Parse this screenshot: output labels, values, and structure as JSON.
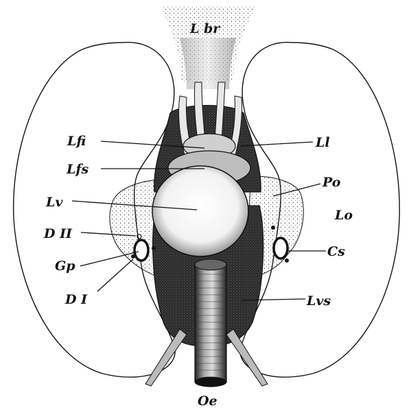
{
  "labels": {
    "lbr": "L br",
    "lfi": "Lfi",
    "lfs": "Lfs",
    "lv": "Lv",
    "d2": "D II",
    "gp": "Gp",
    "d1": "D I",
    "ll": "Ll",
    "po": "Po",
    "lo": "Lo",
    "cs": "Cs",
    "lvs": "Lvs",
    "oe": "Oe"
  },
  "colors": {
    "ink": "#111111",
    "paper": "#ffffff",
    "stipple": "#444444"
  }
}
